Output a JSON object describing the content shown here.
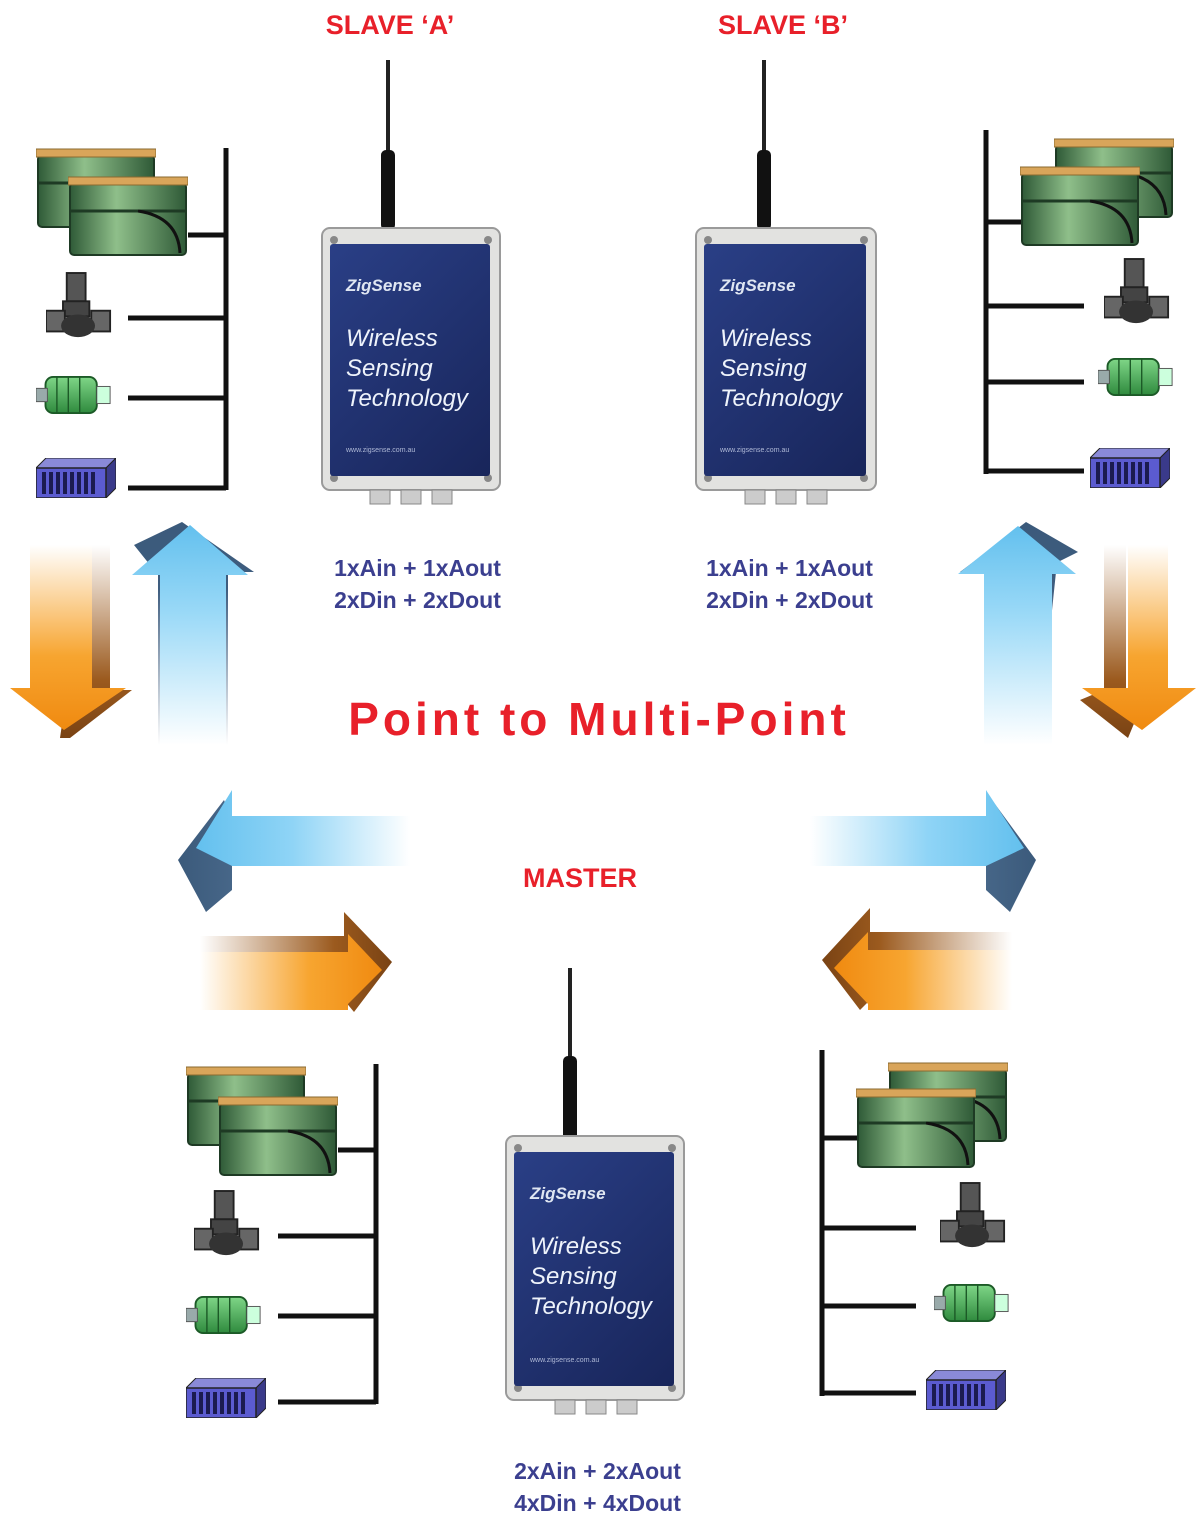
{
  "slave_a": {
    "title": "SLAVE ‘A’",
    "io_line1": "1xAin + 1xAout",
    "io_line2": "2xDin + 2xDout"
  },
  "slave_b": {
    "title": "SLAVE ‘B’",
    "io_line1": "1xAin + 1xAout",
    "io_line2": "2xDin + 2xDout"
  },
  "master": {
    "title": "MASTER",
    "io_line1": "2xAin + 2xAout",
    "io_line2": "4xDin + 4xDout"
  },
  "headline": "Point to Multi-Point",
  "device": {
    "brand": "ZigSense",
    "tagline_1": "Wireless",
    "tagline_2": "Sensing",
    "tagline_3": "Technology",
    "url": "www.zigsense.com.au"
  },
  "colors": {
    "title_red": "#e8202a",
    "io_blue": "#3b3f8f",
    "panel_navy": "#1f2f6e",
    "arrow_orange": "#f7a530",
    "arrow_blue": "#6ec8f2",
    "tank_green": "#4f8a55",
    "bus_line": "#111111"
  },
  "icons": [
    "tank-icon",
    "pump-icon",
    "motor-icon",
    "plc-rack-icon",
    "antenna-icon"
  ]
}
